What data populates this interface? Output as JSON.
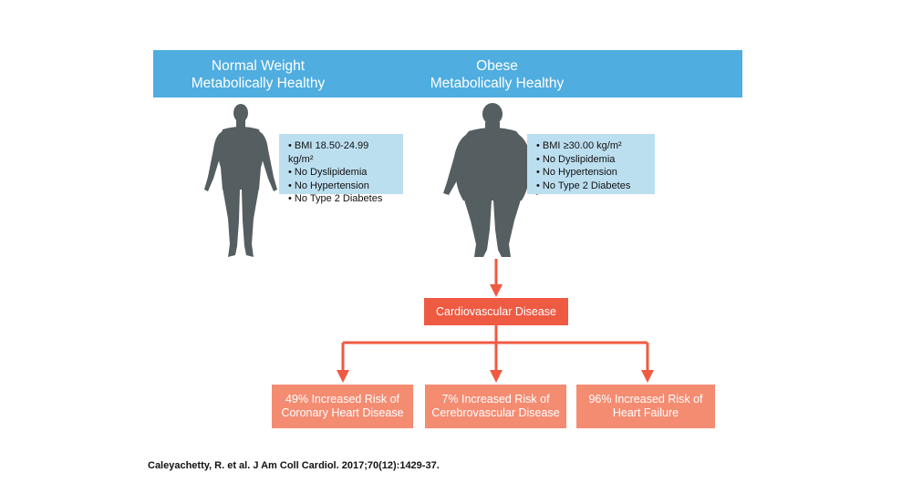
{
  "header": {
    "left_line1": "Normal Weight",
    "left_line2": "Metabolically Healthy",
    "right_line1": "Obese",
    "right_line2": "Metabolically Healthy"
  },
  "left_criteria": [
    "BMI 18.50-24.99 kg/m²",
    "No Dyslipidemia",
    "No Hypertension",
    "No Type 2 Diabetes"
  ],
  "right_criteria": [
    "BMI ≥30.00 kg/m²",
    "No Dyslipidemia",
    "No Hypertension",
    "No Type 2 Diabetes"
  ],
  "cvd_label": "Cardiovascular Disease",
  "outcomes": [
    {
      "line1": "49% Increased Risk of",
      "line2": "Coronary Heart Disease"
    },
    {
      "line1": "7% Increased Risk of",
      "line2": "Cerebrovascular Disease"
    },
    {
      "line1": "96% Increased Risk of",
      "line2": "Heart Failure"
    }
  ],
  "citation": "Caleyachetty, R. et al. J Am Coll Cardiol. 2017;70(12):1429-37.",
  "colors": {
    "banner": "#4fade0",
    "criteria_box": "#bcdff0",
    "silhouette": "#555e60",
    "cvd_box": "#ef5a43",
    "outcome_box": "#f48c72",
    "arrow": "#ef5a43"
  }
}
